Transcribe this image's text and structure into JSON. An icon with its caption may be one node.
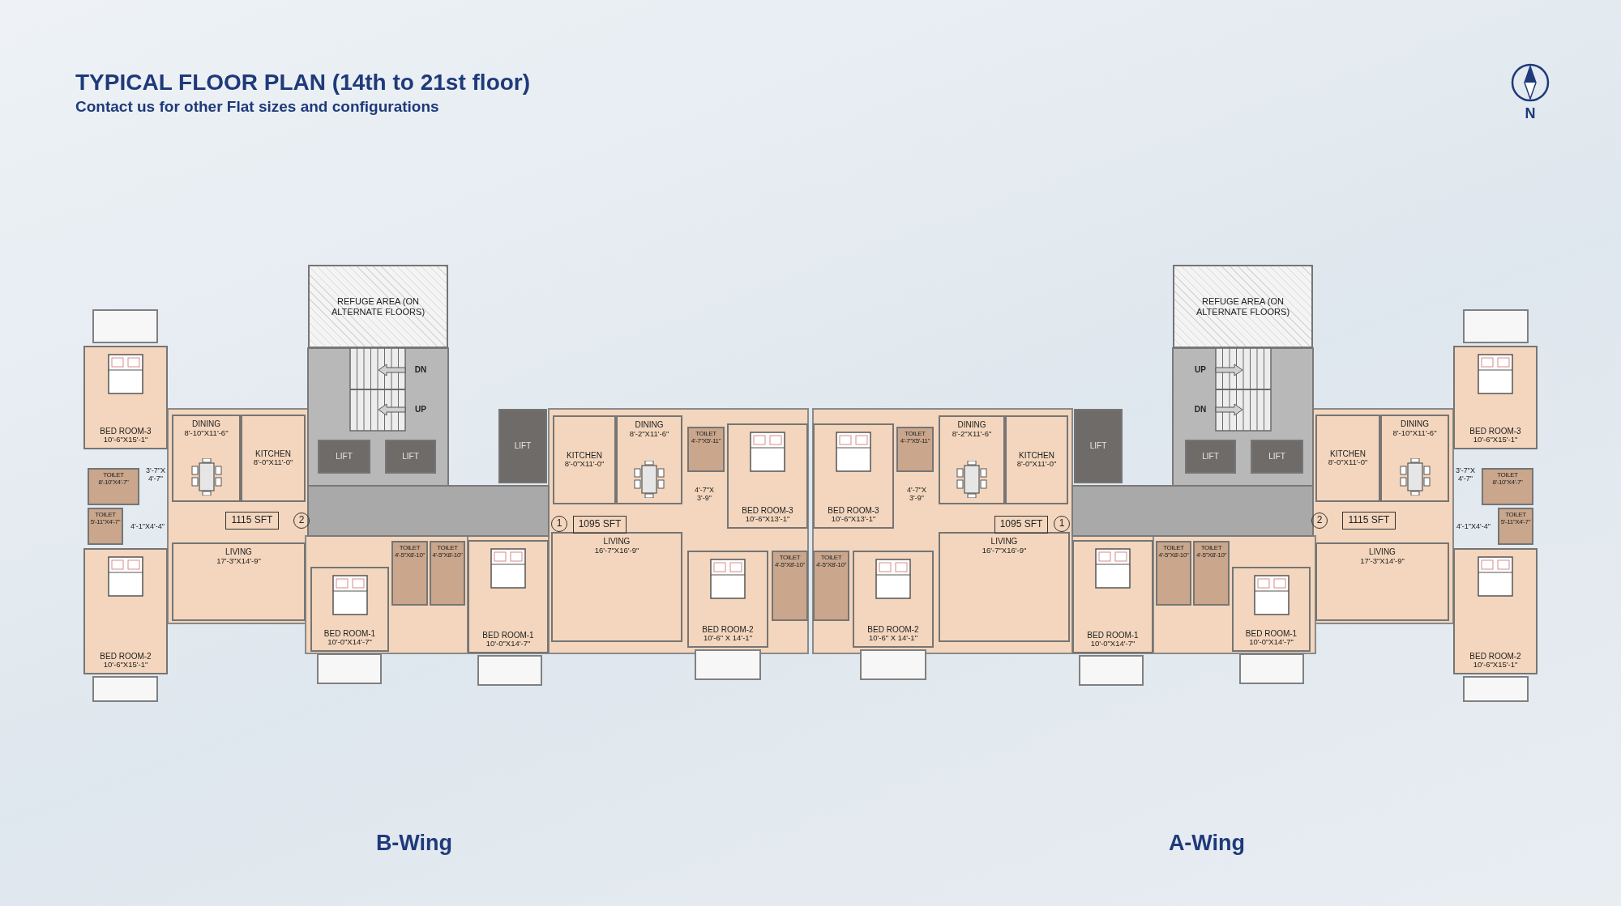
{
  "diagram": {
    "title": "TYPICAL FLOOR PLAN (14th to 21st floor)",
    "nodes": [
      {
        "text": [
          "BED ROOM-3",
          "10'-6\"X15'-1\""
        ]
      },
      {
        "text": [
          "TOILET",
          "8'-10\"X4'-7\""
        ]
      },
      {
        "text": [
          "TOILET",
          "5'-11\"X4'-7\""
        ]
      },
      {
        "text": [
          "BED ROOM-2",
          "10'-6\"X15'-1\""
        ]
      },
      {
        "text": [
          "DINING",
          "8'-10\"X11'-6\""
        ]
      },
      {
        "text": [
          "KITCHEN",
          "8'-0\"X11'-0\""
        ]
      },
      {
        "text": [
          "LIVING",
          "17'-3\"X14'-9\""
        ]
      },
      {
        "text": [
          "REFUGE AREA (ON ALTERNATE FLOORS)"
        ]
      },
      {
        "text": [
          "LIFT"
        ]
      },
      {
        "text": [
          "LIFT"
        ]
      },
      {
        "text": [
          "TOILET",
          "4'-5\"X8'-10\""
        ]
      },
      {
        "text": [
          "TOILET",
          "4'-5\"X8'-10\""
        ]
      },
      {
        "text": [
          "BED ROOM-1",
          "10'-0\"X14'-7\""
        ]
      },
      {
        "text": [
          "LIFT"
        ]
      },
      {
        "text": [
          "BED ROOM-1",
          "10'-0\"X14'-7\""
        ]
      },
      {
        "text": [
          "LIVING",
          "16'-7\"X16'-9\""
        ]
      },
      {
        "text": [
          "KITCHEN",
          "8'-0\"X11'-0\""
        ]
      },
      {
        "text": [
          "DINING",
          "8'-2\"X11'-6\""
        ]
      },
      {
        "text": [
          "TOILET",
          "4'-7\"X5'-11\""
        ]
      },
      {
        "text": [
          "BED ROOM-3",
          "10'-6\"X13'-1\""
        ]
      },
      {
        "text": [
          "BED ROOM-2",
          "10'-6\" X 14'-1\""
        ]
      },
      {
        "text": [
          "TOILET",
          "4'-5\"X8'-10\""
        ]
      },
      {
        "text": [
          "BED ROOM-3",
          "10'-6\"X15'-1\""
        ]
      },
      {
        "text": [
          "TOILET",
          "8'-10\"X4'-7\""
        ]
      },
      {
        "text": [
          "TOILET",
          "5'-11\"X4'-7\""
        ]
      },
      {
        "text": [
          "BED ROOM-2",
          "10'-6\"X15'-1\""
        ]
      },
      {
        "text": [
          "DINING",
          "8'-10\"X11'-6\""
        ]
      },
      {
        "text": [
          "KITCHEN",
          "8'-0\"X11'-0\""
        ]
      },
      {
        "text": [
          "LIVING",
          "17'-3\"X14'-9\""
        ]
      },
      {
        "text": [
          "REFUGE AREA (ON ALTERNATE FLOORS)"
        ]
      },
      {
        "text": [
          "LIFT"
        ]
      },
      {
        "text": [
          "LIFT"
        ]
      },
      {
        "text": [
          "TOILET",
          "4'-5\"X8'-10\""
        ]
      },
      {
        "text": [
          "TOILET",
          "4'-5\"X8'-10\""
        ]
      },
      {
        "text": [
          "BED ROOM-1",
          "10'-0\"X14'-7\""
        ]
      },
      {
        "text": [
          "LIFT"
        ]
      },
      {
        "text": [
          "BED ROOM-1",
          "10'-0\"X14'-7\""
        ]
      },
      {
        "text": [
          "LIVING",
          "16'-7\"X16'-9\""
        ]
      },
      {
        "text": [
          "KITCHEN",
          "8'-0\"X11'-0\""
        ]
      },
      {
        "text": [
          "DINING",
          "8'-2\"X11'-6\""
        ]
      },
      {
        "text": [
          "TOILET",
          "4'-7\"X5'-11\""
        ]
      },
      {
        "text": [
          "BED ROOM-3",
          "10'-6\"X13'-1\""
        ]
      },
      {
        "text": [
          "BED ROOM-2",
          "10'-6\" X 14'-1\""
        ]
      },
      {
        "text": [
          "TOILET",
          "4'-5\"X8'-10\""
        ]
      }
    ],
    "labels": [
      "Contact us for other Flat sizes and configurations",
      "N",
      "3'-7\"X 4'-7\"",
      "4'-1\"X4'-4\"",
      "1115 SFT",
      "2",
      "DN",
      "UP",
      "1095 SFT",
      "1",
      "4'-7\"X 3'-9\"",
      "3'-7\"X 4'-7\"",
      "4'-1\"X4'-4\"",
      "1115 SFT",
      "2",
      "UP",
      "DN",
      "1095 SFT",
      "1",
      "4'-7\"X 3'-9\"",
      "B-Wing",
      "A-Wing"
    ]
  }
}
